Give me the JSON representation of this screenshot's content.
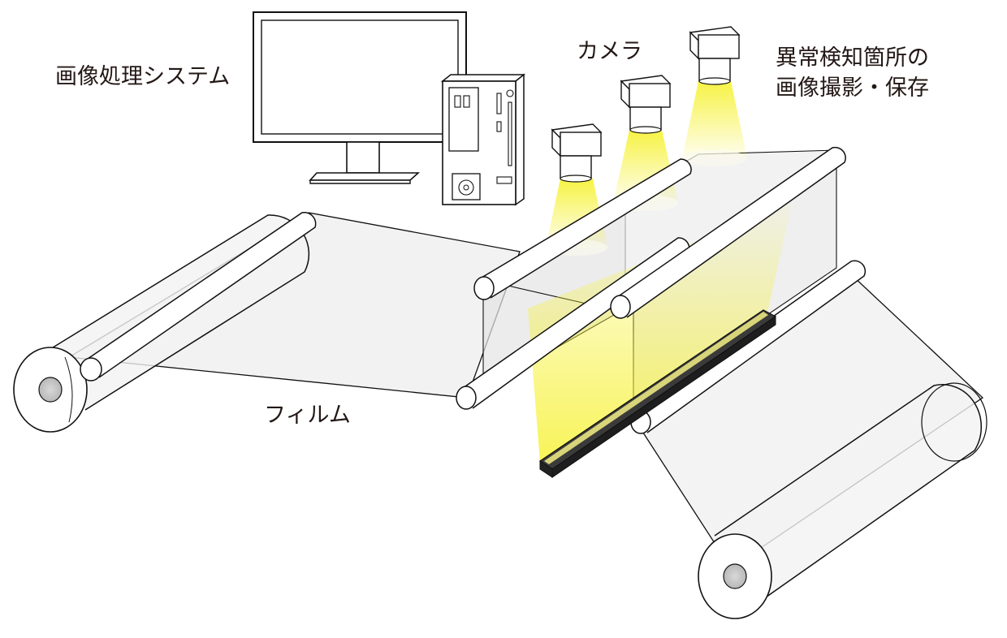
{
  "labels": {
    "system": "画像処理システム",
    "camera": "カメラ",
    "anomaly_line1": "異常検知箇所の",
    "anomaly_line2": "画像撮影・保存",
    "film": "フィルム"
  },
  "colors": {
    "outline": "#111111",
    "film_fill": "#e9e9e9",
    "light_beam": "#f3f04a",
    "light_bar": "#2b2b2b",
    "roll_core": "#c8c8c8",
    "background": "#ffffff"
  },
  "components": {
    "monitor": "monitor-icon",
    "pc_tower": "pc-tower-icon",
    "cameras": [
      "camera-icon",
      "camera-icon",
      "camera-icon"
    ],
    "light": "line-light-icon",
    "rolls": [
      "supply-roll",
      "take-up-roll"
    ]
  }
}
